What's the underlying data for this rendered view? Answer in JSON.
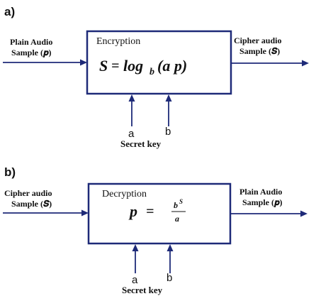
{
  "panel_a": {
    "label": "a)",
    "input_line1": "Plain Audio",
    "input_line2": "Sample (𝒑)",
    "box_title": "Encryption",
    "equation_lhs": "S",
    "equation_eq": "=",
    "equation_log": "log",
    "equation_base": "b",
    "equation_arg": "(a p)",
    "output_line1": "Cipher audio",
    "output_line2": "Sample (𝑺)",
    "key_a": "a",
    "key_b": "b",
    "key_label": "Secret key"
  },
  "panel_b": {
    "label": "b)",
    "input_line1": "Cipher audio",
    "input_line2": "Sample (𝑺)",
    "box_title": "Decryption",
    "equation_lhs": "p",
    "equation_eq": "=",
    "equation_num_base": "b",
    "equation_num_exp": "S",
    "equation_den": "a",
    "output_line1": "Plain Audio",
    "output_line2": "Sample (𝒑)",
    "key_a": "a",
    "key_b": "b",
    "key_label": "Secret key"
  },
  "colors": {
    "box_stroke": "#1e2a78",
    "arrow": "#1e2a78",
    "text": "#111111"
  }
}
